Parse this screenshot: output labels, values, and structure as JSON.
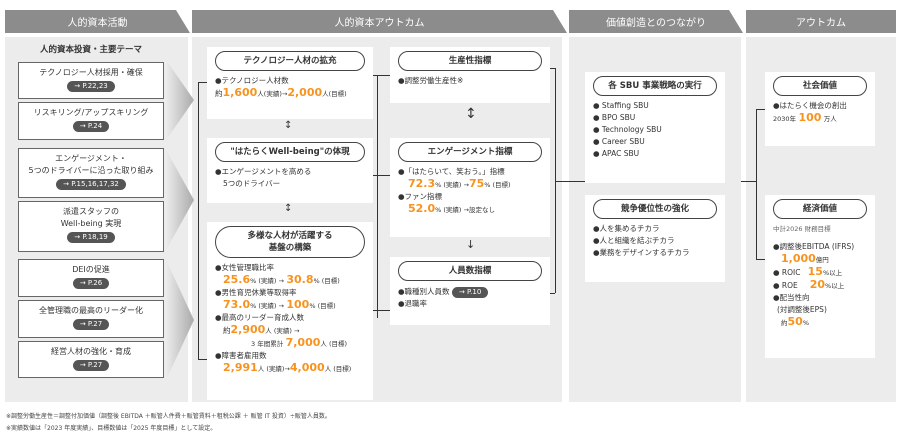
{
  "headers": [
    "人的資本活動",
    "人的資本アウトカム",
    "価値創造とのつながり",
    "アウトカム"
  ],
  "activities": {
    "title": "人的資本投資・主要テーマ",
    "items": [
      {
        "label": "テクノロジー人材採用・確保",
        "page": "→ P.22,23"
      },
      {
        "label": "リスキリング/アップスキリング",
        "page": "→ P.24"
      },
      {
        "label": "エンゲージメント・\n5つのドライバーに沿った取り組み",
        "page": "→ P.15,16,17,32"
      },
      {
        "label": "派遣スタッフの\nWell-being 実現",
        "page": "→ P.18,19"
      },
      {
        "label": "DEIの促進",
        "page": "→ P.26"
      },
      {
        "label": "全管理職の最高のリーダー化",
        "page": "→ P.27"
      },
      {
        "label": "経営人材の強化・育成",
        "page": "→ P.27"
      }
    ]
  },
  "outcomes": {
    "tech": {
      "title": "テクノロジー人材の拡充",
      "bullet": "●テクノロジー人材数",
      "pre": "約",
      "v1": "1,600",
      "u1": "人(実績)→",
      "v2": "2,000",
      "u2": "人(目標)"
    },
    "wellbeing": {
      "title": "\"はたらくWell-being\"の体現",
      "l1": "●エンゲージメントを高める",
      "l2": "5つのドライバー"
    },
    "diversity": {
      "title": "多様な人材が活躍する\n基盤の構築",
      "b1": "●女性管理職比率",
      "b1v1": "25.6",
      "b1u1": "% (実績) →",
      "b1v2": "30.8",
      "b1u2": "% (目標)",
      "b2": "●男性育児休業等取得率",
      "b2v1": "73.0",
      "b2u1": "% (実績) →",
      "b2v2": "100",
      "b2u2": "% (目標)",
      "b3": "●最高のリーダー育成人数",
      "b3pre": "約",
      "b3v1": "2,900",
      "b3u1": "人 (実績) →",
      "b3mid": "3 年間累計",
      "b3v2": "7,000",
      "b3u2": "人 (目標)",
      "b4": "●障害者雇用数",
      "b4v1": "2,991",
      "b4u1": "人 (実績)→",
      "b4v2": "4,000",
      "b4u2": "人 (目標)"
    },
    "productivity": {
      "title": "生産性指標",
      "bullet": "●調整労働生産性※"
    },
    "engagement": {
      "title": "エンゲージメント指標",
      "b1": "●「はたらいて、笑おう。」指標",
      "b1v1": "72.3",
      "b1u1": "% (実績) →",
      "b1v2": "75",
      "b1u2": "% (目標)",
      "b2": "●ファン指標",
      "b2v1": "52.0",
      "b2u1": "% (実績) →設定なし"
    },
    "headcount": {
      "title": "人員数指標",
      "b1": "●職種別人員数",
      "page": "→ P.10",
      "b2": "●退職率"
    }
  },
  "value": {
    "sbu": {
      "title": "各 SBU 事業戦略の実行",
      "items": [
        "● Staffing SBU",
        "● BPO SBU",
        "● Technology SBU",
        "● Career SBU",
        "● APAC SBU"
      ]
    },
    "competitive": {
      "title": "競争優位性の強化",
      "items": [
        "●人を集めるチカラ",
        "●人と組織を結ぶチカラ",
        "●業務をデザインするチカラ"
      ]
    }
  },
  "final": {
    "social": {
      "title": "社会価値",
      "bullet": "●はたらく機会の創出",
      "pre": "2030年",
      "v": "100",
      "u": "万人"
    },
    "economic": {
      "title": "経済価値",
      "sub": "中計2026 財務目標",
      "b1": "●調整後EBITDA (IFRS)",
      "b1v": "1,000",
      "b1u": "億円",
      "b2": "● ROIC",
      "b2v": "15",
      "b2u": "%以上",
      "b3": "● ROE",
      "b3v": "20",
      "b3u": "%以上",
      "b4": "●配当性向",
      "b4b": "(対調整後EPS)",
      "b4pre": "約",
      "b4v": "50",
      "b4u": "%"
    }
  },
  "footnotes": [
    "※調整労働生産性＝調整付加価値（調整後 EBITDA ＋販管人件費＋販管賃料＋租税公課 ＋ 販管 IT 投資）÷販管人員数。",
    "※実績数値は「2023 年度実績」、目標数値は「2025 年度目標」として設定。"
  ],
  "colors": {
    "accent": "#f7931e",
    "header": "#8c8c8c",
    "panel": "#ececec"
  }
}
